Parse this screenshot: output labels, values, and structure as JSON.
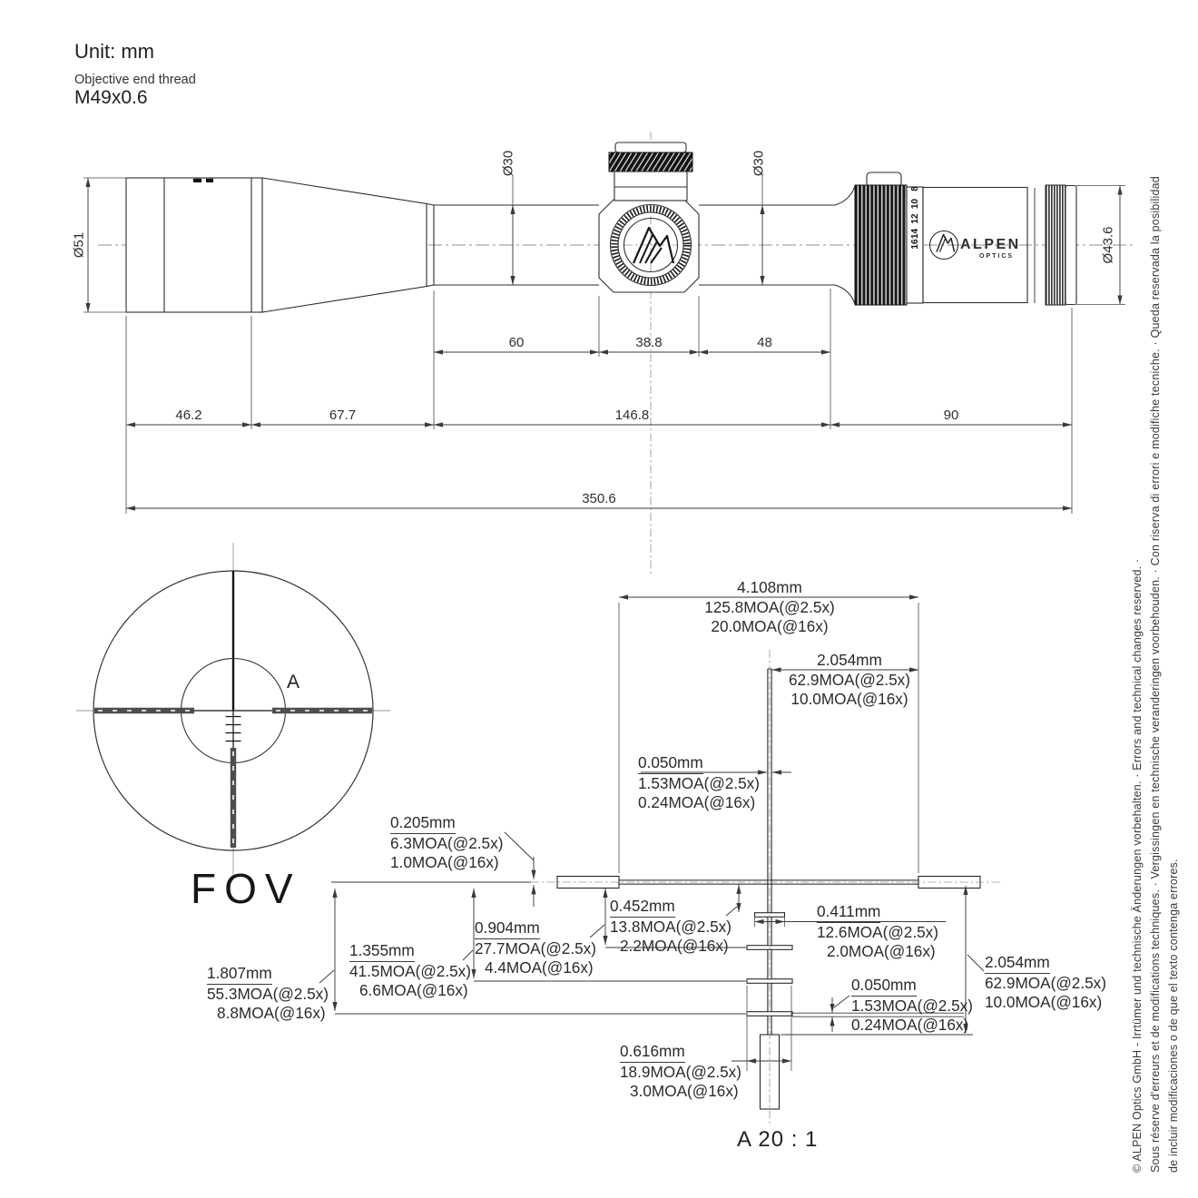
{
  "header": {
    "unit": "Unit: mm",
    "thread_label": "Objective end thread",
    "thread_value": "M49x0.6"
  },
  "scope": {
    "dim_tube_front": "60",
    "dim_saddle": "38.8",
    "dim_tube_rear": "48",
    "dim_objective_ring": "46.2",
    "dim_bell_taper": "67.7",
    "dim_main_tube": "146.8",
    "dim_eyepiece": "90",
    "dim_total_length": "350.6",
    "dia_objective": "Ø51",
    "dia_tube_1": "Ø30",
    "dia_tube_2": "Ø30",
    "dia_eyepiece": "Ø43.6",
    "zoom_numbers": [
      "16",
      "14",
      "12",
      "10",
      "8"
    ],
    "brand": "ALPEN",
    "brand_sub": "OPTICS"
  },
  "fov": {
    "label": "FOV",
    "detail_marker": "A"
  },
  "detail": {
    "scale_label": "A 20 : 1",
    "width_full": {
      "mm": "4.108mm",
      "moa25": "125.8MOA(@2.5x)",
      "moa16": "20.0MOA(@16x)"
    },
    "width_half": {
      "mm": "2.054mm",
      "moa25": "62.9MOA(@2.5x)",
      "moa16": "10.0MOA(@16x)"
    },
    "line_gap_top": {
      "mm": "0.050mm",
      "moa25": "1.53MOA(@2.5x)",
      "moa16": "0.24MOA(@16x)"
    },
    "line_thickness": {
      "mm": "0.205mm",
      "moa25": "6.3MOA(@2.5x)",
      "moa16": "1.0MOA(@16x)"
    },
    "drop_1": {
      "mm": "0.452mm",
      "moa25": "13.8MOA(@2.5x)",
      "moa16": "2.2MOA(@16x)"
    },
    "tick_short": {
      "mm": "0.411mm",
      "moa25": "12.6MOA(@2.5x)",
      "moa16": "2.0MOA(@16x)"
    },
    "drop_2": {
      "mm": "0.904mm",
      "moa25": "27.7MOA(@2.5x)",
      "moa16": "4.4MOA(@16x)"
    },
    "drop_3": {
      "mm": "1.355mm",
      "moa25": "41.5MOA(@2.5x)",
      "moa16": "6.6MOA(@16x)"
    },
    "drop_4": {
      "mm": "1.807mm",
      "moa25": "55.3MOA(@2.5x)",
      "moa16": "8.8MOA(@16x)"
    },
    "line_gap_bottom": {
      "mm": "0.050mm",
      "moa25": "1.53MOA(@2.5x)",
      "moa16": "0.24MOA(@16x)"
    },
    "drop_to_post": {
      "mm": "2.054mm",
      "moa25": "62.9MOA(@2.5x)",
      "moa16": "10.0MOA(@16x)"
    },
    "tick_long": {
      "mm": "0.616mm",
      "moa25": "18.9MOA(@2.5x)",
      "moa16": "3.0MOA(@16x)"
    }
  },
  "footer_vertical_text": {
    "line1": "© ALPEN Optics GmbH - Irrtümer und technische Änderungen vorbehalten. · Errors and technical changes reserved. ·",
    "line2": "Sous réserve d'erreurs et de modifications techniques. · Vergissingen en technische veranderingen voorbehouden. · Con riserva di errori e modifiche tecniche. · Queda reservada la posibilidad",
    "line3": "de incluir modificaciones o de que el texto contenga errores."
  },
  "colors": {
    "line": "#2d2d2d",
    "dimension": "#3a3a3a",
    "centerline": "#8f8f8f",
    "dark_fill": "#161616"
  }
}
